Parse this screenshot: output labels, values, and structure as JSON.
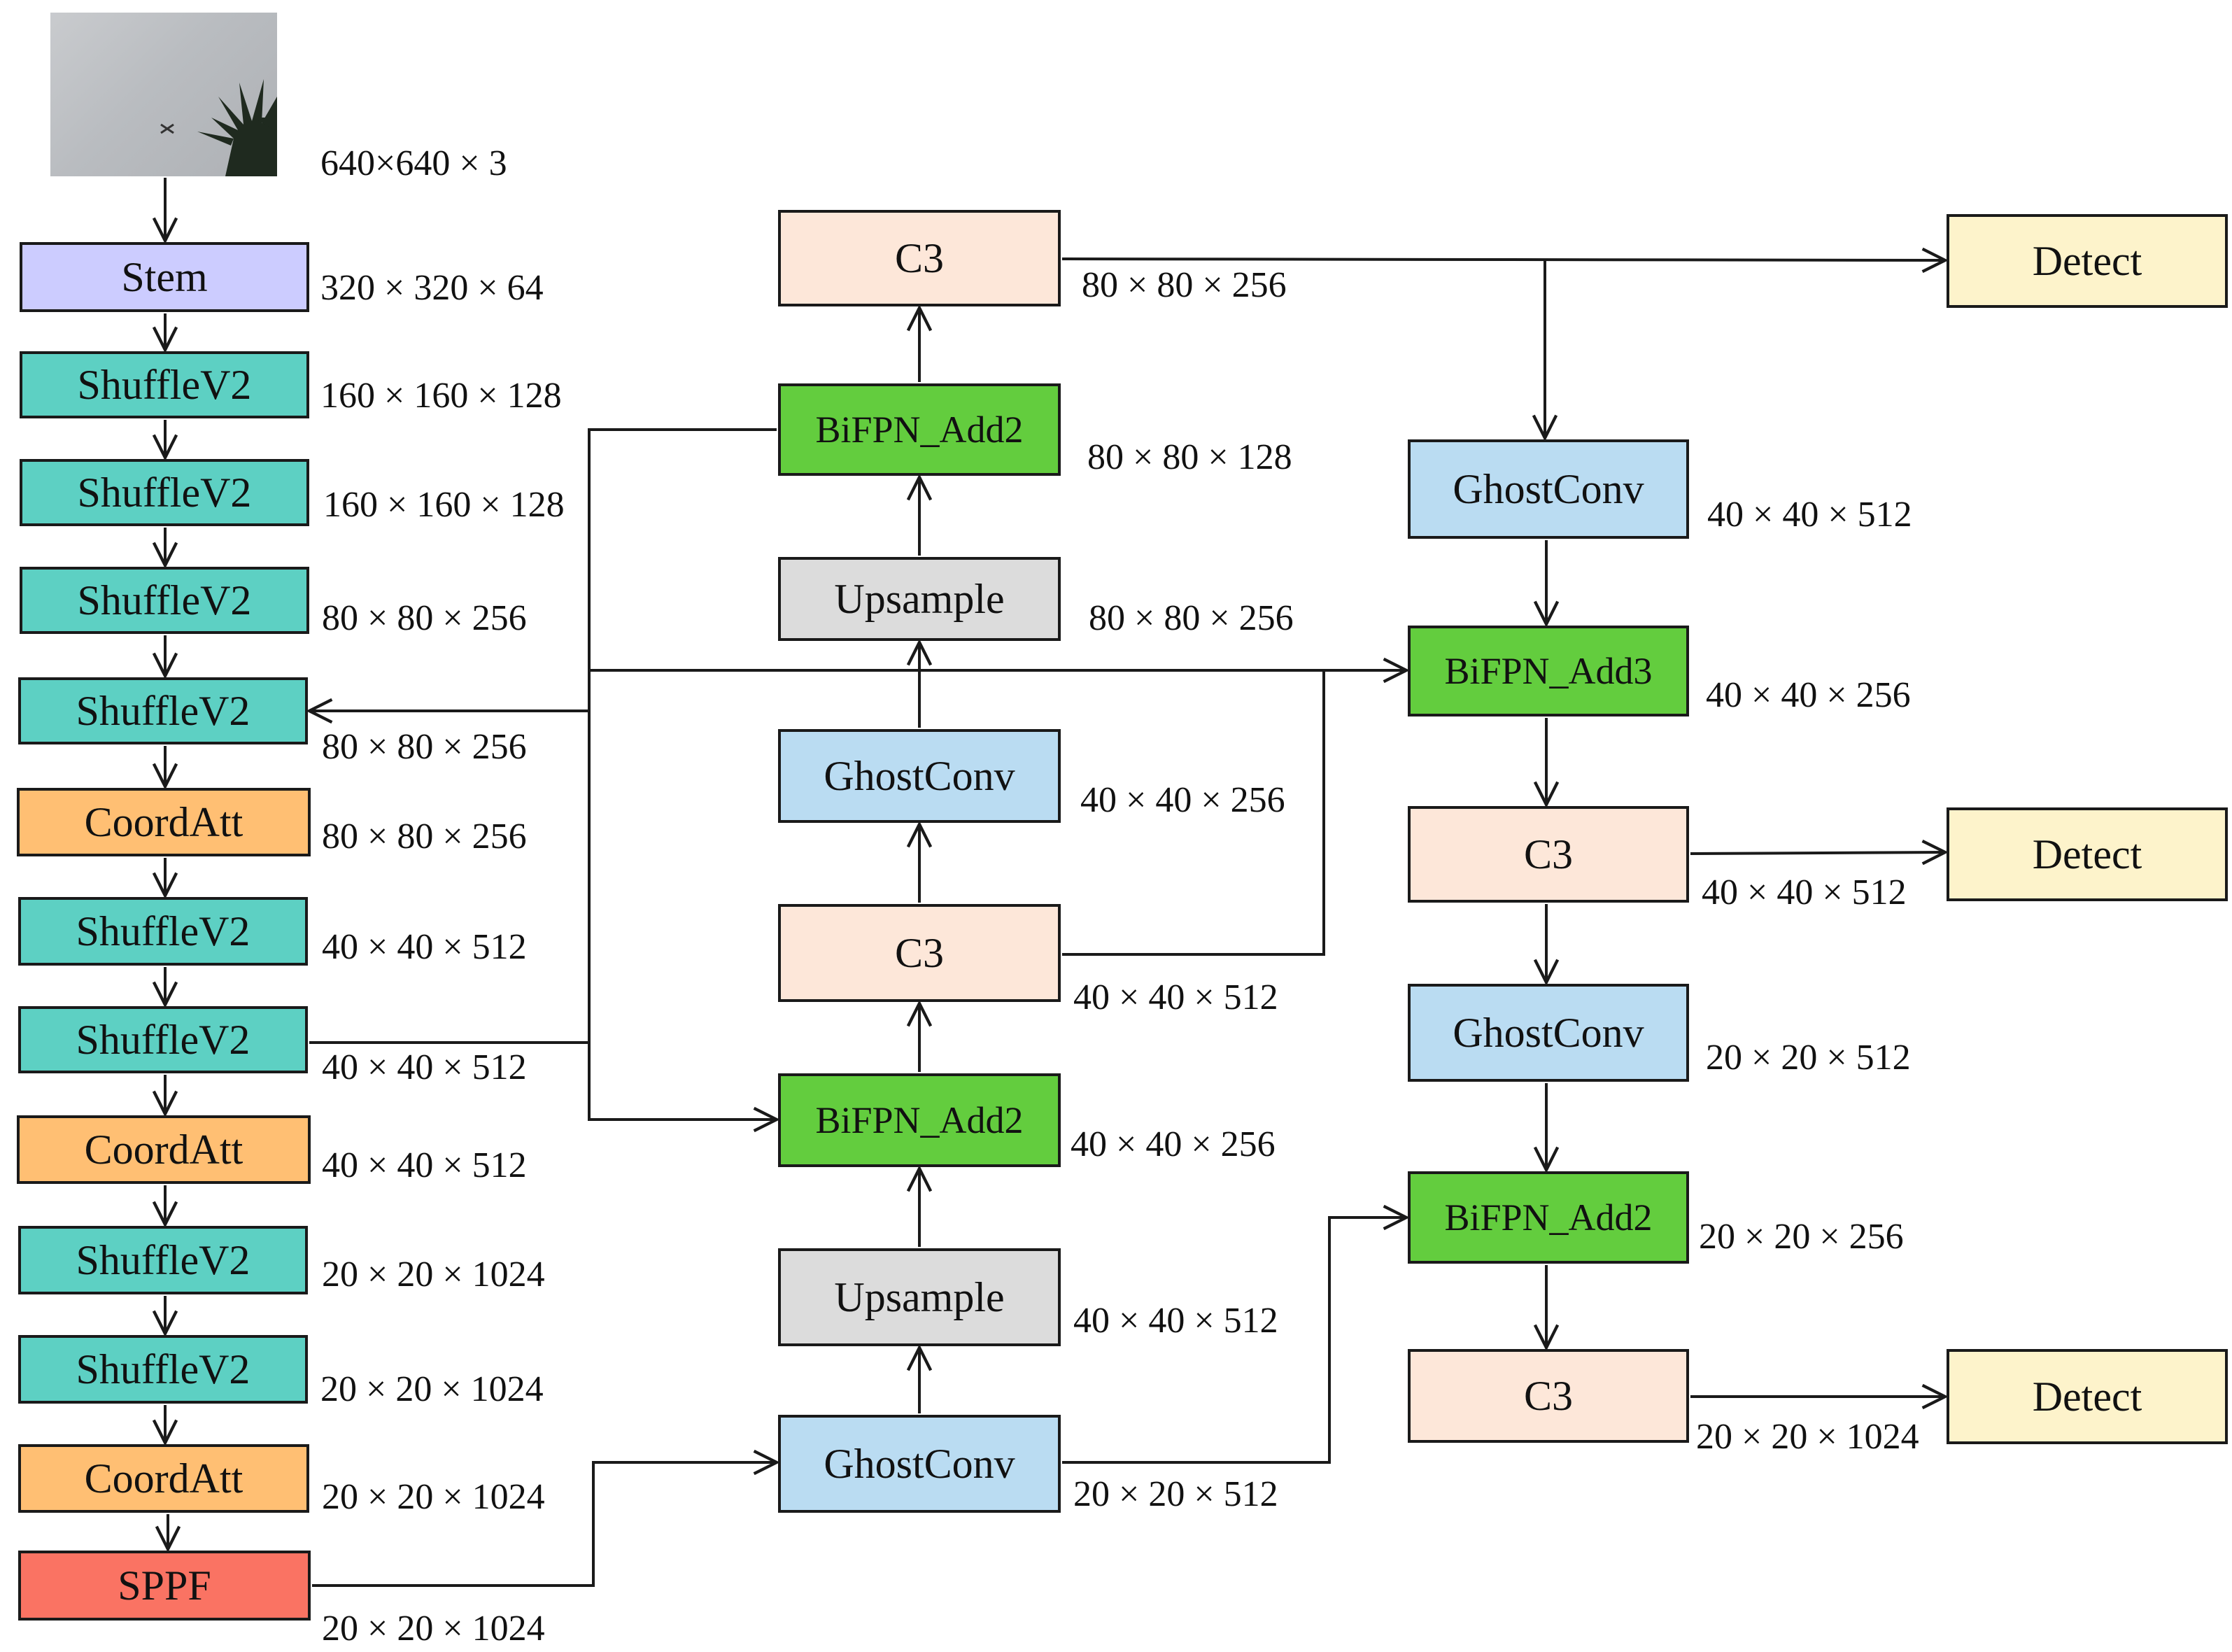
{
  "colors": {
    "stem": "#ccccff",
    "shuffle": "#5dd0c3",
    "coordatt": "#ffbf73",
    "sppf": "#fa7363",
    "c3": "#fde7d9",
    "bifpn": "#63cd3e",
    "upsample": "#dcdcdc",
    "ghostconv": "#badcf2",
    "detect": "#fdf3cb",
    "line": "#1a1a1a"
  },
  "input": {
    "dim": "640×640 × 3"
  },
  "backbone": [
    {
      "label": "Stem",
      "dim": "320 × 320 × 64"
    },
    {
      "label": "ShuffleV2",
      "dim": "160 × 160 × 128"
    },
    {
      "label": "ShuffleV2",
      "dim": "160 × 160 × 128"
    },
    {
      "label": "ShuffleV2",
      "dim": "80 × 80 × 256"
    },
    {
      "label": "ShuffleV2",
      "dim": "80 × 80 × 256"
    },
    {
      "label": "CoordAtt",
      "dim": "80 × 80 × 256"
    },
    {
      "label": "ShuffleV2",
      "dim": "40 × 40 × 512"
    },
    {
      "label": "ShuffleV2",
      "dim": "40 × 40 × 512"
    },
    {
      "label": "CoordAtt",
      "dim": "40 × 40 × 512"
    },
    {
      "label": "ShuffleV2",
      "dim": "20 × 20 × 1024"
    },
    {
      "label": "ShuffleV2",
      "dim": "20 × 20 × 1024"
    },
    {
      "label": "CoordAtt",
      "dim": "20 × 20 × 1024"
    },
    {
      "label": "SPPF",
      "dim": "20 × 20 × 1024"
    }
  ],
  "neck": [
    {
      "label": "C3",
      "dim": "80 × 80 × 256"
    },
    {
      "label": "BiFPN_Add2",
      "dim": "80 × 80 × 128"
    },
    {
      "label": "Upsample",
      "dim": "80 × 80 × 256"
    },
    {
      "label": "GhostConv",
      "dim": "40 × 40 × 256"
    },
    {
      "label": "C3",
      "dim": "40 × 40 × 512"
    },
    {
      "label": "BiFPN_Add2",
      "dim": "40 × 40 × 256"
    },
    {
      "label": "Upsample",
      "dim": "40 × 40 × 512"
    },
    {
      "label": "GhostConv",
      "dim": "20 × 20 × 512"
    }
  ],
  "head": [
    {
      "label": "GhostConv",
      "dim": "40 × 40 × 512"
    },
    {
      "label": "BiFPN_Add3",
      "dim": "40 × 40 × 256"
    },
    {
      "label": "C3",
      "dim": "40 × 40 × 512"
    },
    {
      "label": "GhostConv",
      "dim": "20 × 20 × 512"
    },
    {
      "label": "BiFPN_Add2",
      "dim": "20 × 20 × 256"
    },
    {
      "label": "C3",
      "dim": "20 × 20 × 1024"
    }
  ],
  "detect": [
    {
      "label": "Detect"
    },
    {
      "label": "Detect"
    },
    {
      "label": "Detect"
    }
  ]
}
